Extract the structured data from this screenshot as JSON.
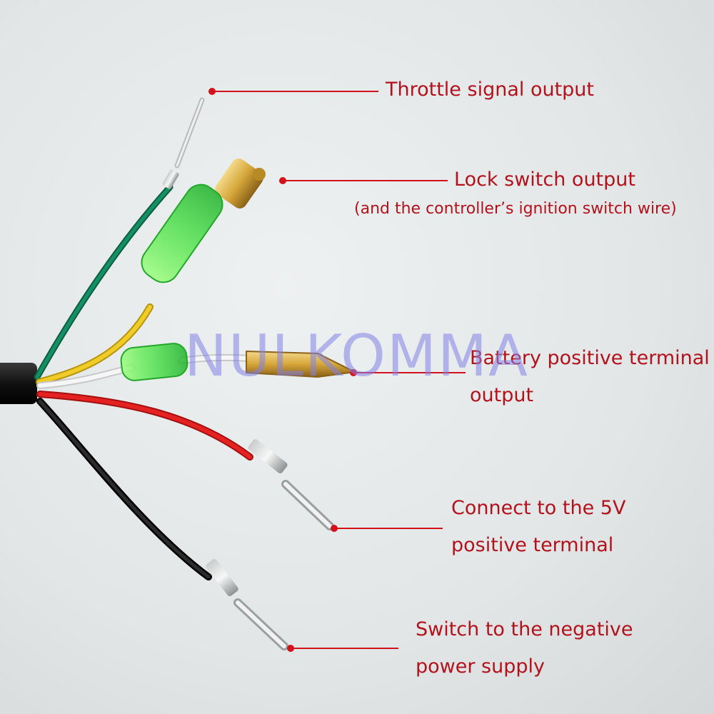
{
  "labels": {
    "throttle": "Throttle signal output",
    "lock_line1": "Lock switch output",
    "lock_line2": "(and the controller’s ignition switch wire)",
    "battery_line1": "Battery positive terminal",
    "battery_line2": "output",
    "fivev_line1": "Connect to the 5V",
    "fivev_line2": "positive terminal",
    "negative_line1": "Switch to the negative",
    "negative_line2": "power supply"
  },
  "watermark": "NULKOMMA",
  "colors": {
    "label_red": "#b3121c",
    "wire_green": "#0e7a55",
    "wire_yellow": "#e8c21a",
    "wire_white": "#f4f4f4",
    "wire_red": "#e01b1b",
    "wire_black": "#151515",
    "sleeve_green": "#3fe03a",
    "brass": "#d6a63a"
  }
}
